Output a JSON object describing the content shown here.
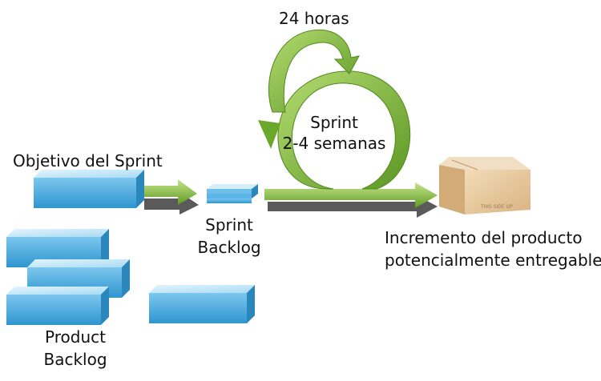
{
  "labels": {
    "daily": "24 horas",
    "sprint_line1": "Sprint",
    "sprint_line2": "2-4 semanas",
    "sprint_goal": "Objetivo del Sprint",
    "sprint_backlog_line1": "Sprint",
    "sprint_backlog_line2": "Backlog",
    "increment_line1": "Incremento del producto",
    "increment_line2": "potencialmente entregable",
    "product_backlog_line1": "Product",
    "product_backlog_line2": "Backlog",
    "box_stamp": "THIS SIDE UP"
  },
  "colors": {
    "block_top": "#bfe6f8",
    "block_front": "#43a9dc",
    "arrow_green": "#8cc63f",
    "arrow_shadow": "#6b6b6b",
    "cardboard": "#e5c59a"
  }
}
